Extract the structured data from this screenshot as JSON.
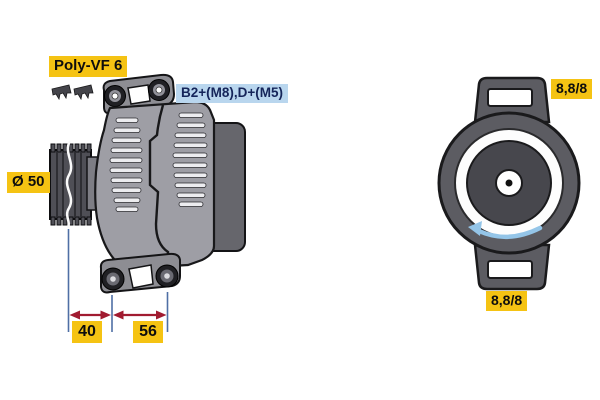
{
  "labels": {
    "belt_type": "Poly-VF 6",
    "terminals": "B2+(M8),D+(M5)",
    "pulley_diameter": "Ø 50",
    "dim_pulley_to_front_mount": "40",
    "dim_front_to_rear_mount": "56",
    "bolt_spec_top": "8,8/8",
    "bolt_spec_bottom": "8,8/8"
  },
  "colors": {
    "label_yellow": "#f5c313",
    "terminal_blue_bg": "#b9d6ee",
    "terminal_text_navy": "#15255a",
    "dimension_line_blue": "#4f6fa5",
    "dimension_arrow_red": "#a11b30",
    "rotation_arrow_blue": "#94c5e8",
    "body_gray": "#9e9ea5",
    "housing_dark_gray": "#5c5c62",
    "rear_housing_gray": "#66666c",
    "pulley_gray": "#4f4f56",
    "outline_black": "#141416",
    "background": "#ffffff"
  }
}
